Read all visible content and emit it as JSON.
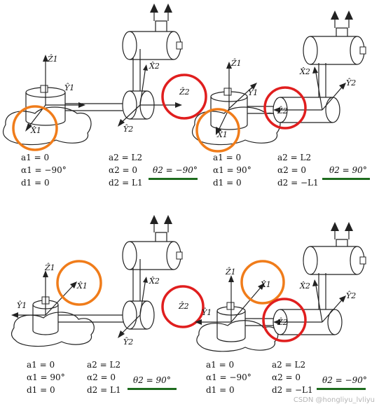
{
  "panels": [
    {
      "axes": {
        "z1": "Ẑ1",
        "y1": "Ŷ1",
        "x1": "X̂1",
        "z2": "Ẑ2",
        "x2": "X̂2",
        "y2": "Ŷ2"
      },
      "left": [
        "a1 = 0",
        "α1 = −90°",
        "d1 = 0"
      ],
      "right": [
        "a2 = L2",
        "α2 = 0",
        "d2 = L1"
      ],
      "theta": "θ2 = −90°"
    },
    {
      "axes": {
        "z1": "Ẑ1",
        "y1": "Ŷ1",
        "x1": "X̂1",
        "z2": "Ẑ2",
        "x2": "X̂2",
        "y2": "Ŷ2"
      },
      "left": [
        "a1 = 0",
        "α1 = 90°",
        "d1 = 0"
      ],
      "right": [
        "a2 = L2",
        "α2 = 0",
        "d2 = −L1"
      ],
      "theta": "θ2 = 90°"
    },
    {
      "axes": {
        "z1": "Ẑ1",
        "y1": "Ŷ1",
        "x1": "X̂1",
        "z2": "Ẑ2",
        "x2": "X̂2",
        "y2": "Ŷ2"
      },
      "left": [
        "a1 = 0",
        "α1 = 90°",
        "d1 = 0"
      ],
      "right": [
        "a2 = L2",
        "α2 = 0",
        "d2 = L1"
      ],
      "theta": "θ2 = 90°"
    },
    {
      "axes": {
        "z1": "Ẑ1",
        "y1": "Ŷ1",
        "x1": "X̂1",
        "z2": "Ẑ2",
        "x2": "X̂2",
        "y2": "Ŷ2"
      },
      "left": [
        "a1 = 0",
        "α1 = −90°",
        "d1 = 0"
      ],
      "right": [
        "a2 = L2",
        "α2 = 0",
        "d2 = −L1"
      ],
      "theta": "θ2 = −90°"
    }
  ],
  "watermark": "CSDN @hongliyu_lvliyu",
  "colors": {
    "orange": "#f07c1a",
    "red": "#e01e1e",
    "green": "#1e6b1e"
  }
}
